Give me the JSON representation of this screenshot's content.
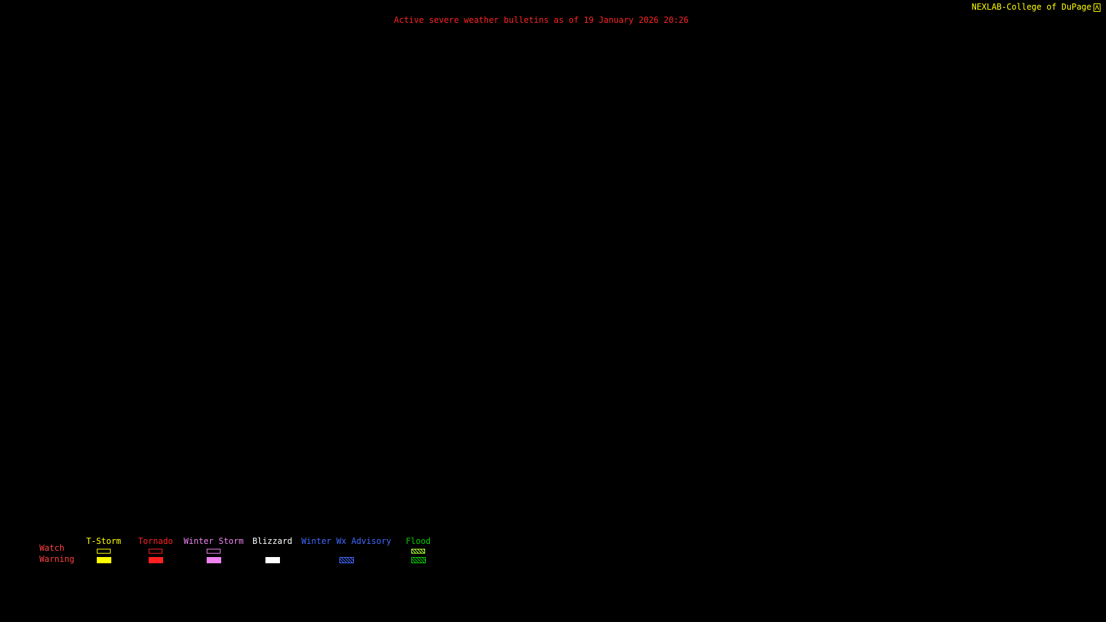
{
  "header": {
    "title": "Active severe weather bulletins as of 19 January 2026 20:26",
    "brand": "NEXLAB-College of DuPage",
    "brand_icon": "cod-logo"
  },
  "legend": {
    "watch_label": "Watch",
    "warning_label": "Warning",
    "columns": [
      {
        "label": "T-Storm",
        "color": "#ffff00",
        "watch": "outline",
        "warning": "solid"
      },
      {
        "label": "Tornado",
        "color": "#ff2020",
        "watch": "outline",
        "warning": "solid"
      },
      {
        "label": "Winter Storm",
        "color": "#ee82ee",
        "watch": "outline",
        "warning": "solid"
      },
      {
        "label": "Blizzard",
        "color": "#ffffff",
        "watch": "none",
        "warning": "solid"
      },
      {
        "label": "Winter Wx Advisory",
        "color": "#4169ff",
        "watch": "none",
        "warning": "hatch"
      },
      {
        "label": "Flood",
        "color": "#00cc00",
        "watch": "hatch",
        "warning": "hatch",
        "watch_color": "#adff2f"
      }
    ]
  },
  "colors": {
    "background": "#000000",
    "title": "#ff2424",
    "brand": "#ffff00",
    "row_label": "#ff4040"
  }
}
